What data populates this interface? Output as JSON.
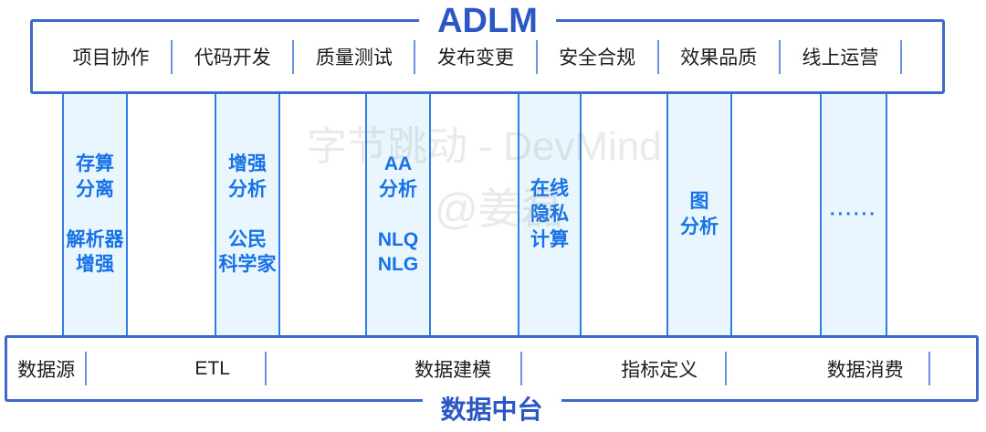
{
  "top_box": {
    "title": "ADLM",
    "items": [
      "项目协作",
      "代码开发",
      "质量测试",
      "发布变更",
      "安全合规",
      "效果品质",
      "线上运营"
    ]
  },
  "columns": [
    {
      "top": "存算\n分离",
      "bottom": "解析器\n增强"
    },
    {
      "top": "增强\n分析",
      "bottom": "公民\n科学家"
    },
    {
      "top": "AA\n分析",
      "bottom": "NLQ\nNLG"
    },
    {
      "top": "在线\n隐私\n计算",
      "bottom": ""
    },
    {
      "top": "图\n分析",
      "bottom": ""
    },
    {
      "top": "······",
      "bottom": ""
    }
  ],
  "bottom_box": {
    "title": "数据中台",
    "items": [
      "数据源",
      "ETL",
      "数据建模",
      "指标定义",
      "数据消费"
    ]
  },
  "watermarks": {
    "line1": "字节跳动 - DevMind",
    "line2": "@姜磊"
  },
  "colors": {
    "box_border": "#3E68C9",
    "pillar_border": "#2E7DE8",
    "pillar_fill": "#E9F6FD",
    "pillar_text": "#1772E8",
    "title_text": "#2B57C4",
    "item_text": "#1D1D1F",
    "separator": "#6B91E0"
  }
}
